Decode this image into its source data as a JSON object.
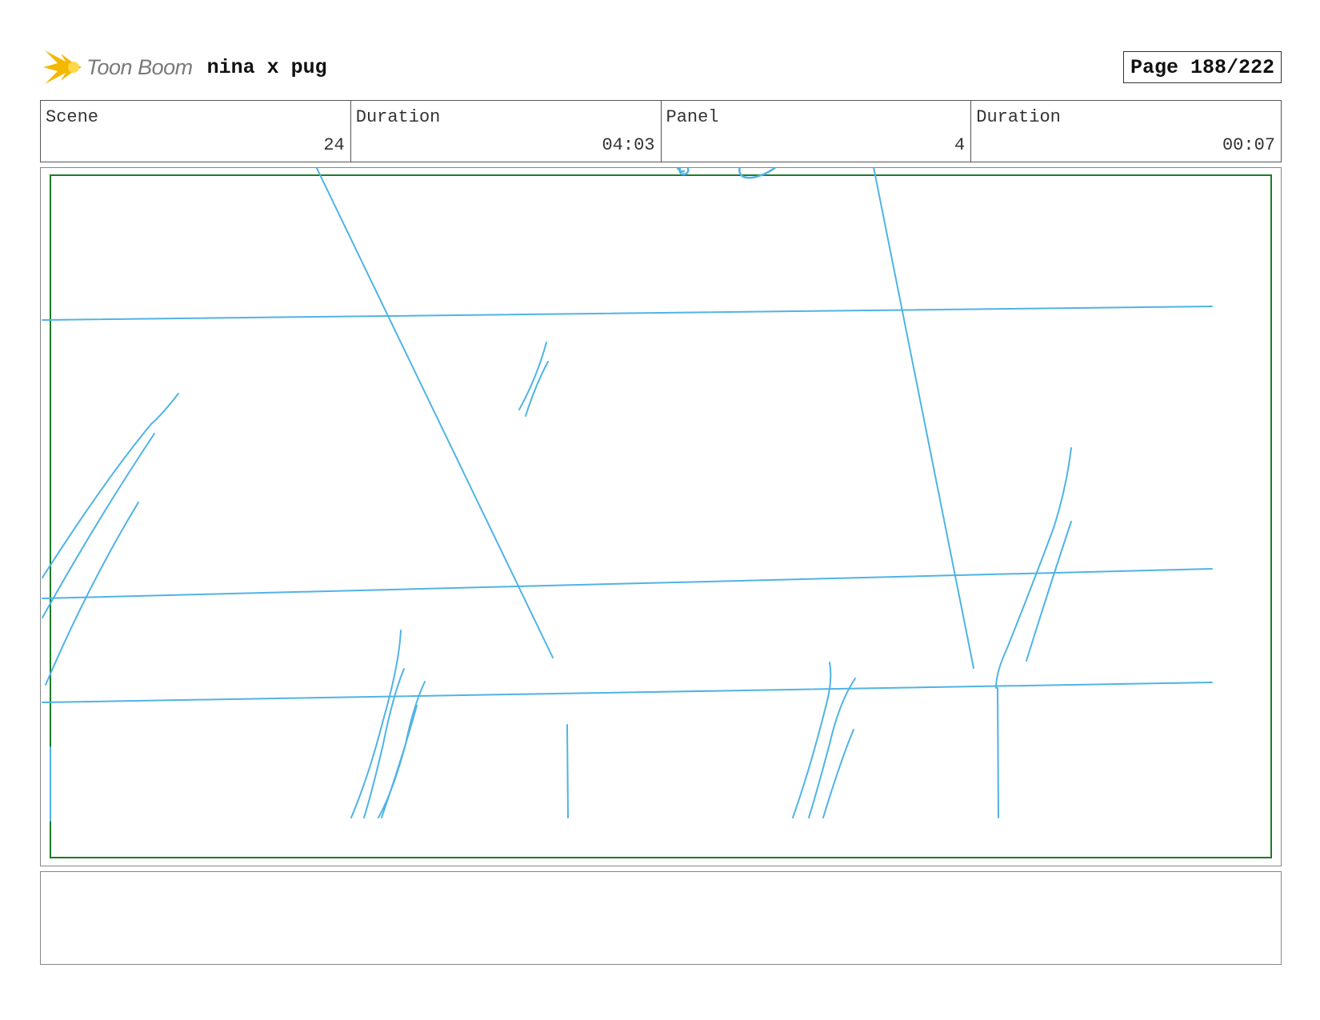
{
  "header": {
    "logo_text": "Toon Boom",
    "project_title": "nina x pug",
    "page_label": "Page 188/222"
  },
  "info": [
    {
      "label": "Scene",
      "value": "24"
    },
    {
      "label": "Duration",
      "value": "04:03"
    },
    {
      "label": "Panel",
      "value": "4"
    },
    {
      "label": "Duration",
      "value": "00:07"
    }
  ],
  "colors": {
    "sketch_stroke": "#4fb3e6",
    "safe_frame": "#1e7a2a",
    "logo_accent": "#f5b800"
  },
  "notes": ""
}
